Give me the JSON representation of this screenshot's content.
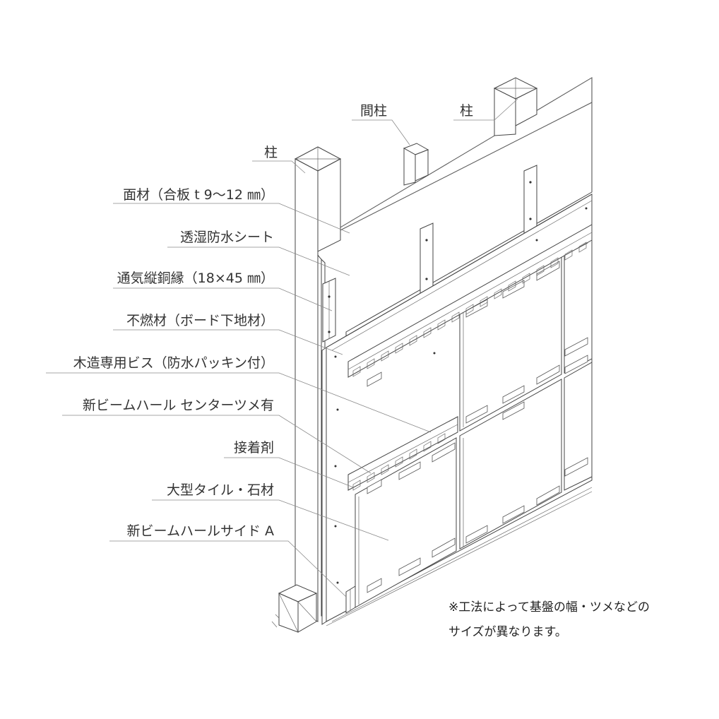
{
  "labels": {
    "column_right": "柱",
    "stud": "間柱",
    "column_left": "柱",
    "sheathing": "面材（合板 t 9〜12 ㎜）",
    "membrane": "透湿防水シート",
    "furring": "通気縦銅縁（18×45 ㎜）",
    "board": "不燃材（ボード下地材）",
    "screw": "木造専用ビス（防水パッキン付）",
    "rail_center": "新ビームハール センターツメ有",
    "adhesive": "接着剤",
    "tile": "大型タイル・石材",
    "rail_side": "新ビームハールサイド A"
  },
  "note": {
    "line1": "※工法によって基盤の幅・ツメなどの",
    "line2": "サイズが異なります。"
  },
  "colors": {
    "line": "#444444",
    "text": "#333333",
    "background": "#ffffff"
  }
}
